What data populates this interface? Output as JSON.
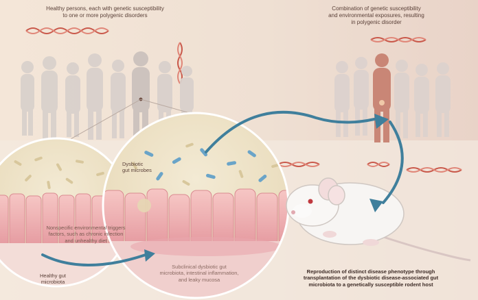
{
  "colors": {
    "bg_warm": "#f2e3d6",
    "bg_cool": "#ece4dc",
    "silhouette": "#d9d0cb",
    "highlight_person": "#c98676",
    "arrow": "#3f7f9c",
    "tissue": "#f2b5b5",
    "tissue_dark": "#e08a8f",
    "bacteria_blue": "#6aa4c8",
    "bacteria_tan": "#d8c79c",
    "dna_red": "#c9584a"
  },
  "icons": [
    "person-silhouette-icon",
    "dna-helix-icon",
    "mouse-illustration-icon",
    "bacteria-icon"
  ],
  "labels": {
    "healthy_persons": [
      "Healthy persons, each with genetic susceptibility",
      "to one or more polygenic disorders"
    ],
    "combination": [
      "Combination of genetic susceptibility",
      "and environmental exposures, resulting",
      "in polygenic disorder"
    ],
    "dysbiotic": [
      "Dysbiotic",
      "gut microbes"
    ],
    "triggers": [
      "Nonspecific environmental triggers",
      "factors, such as chronic infection",
      "and unhealthy diet"
    ],
    "healthy_gut": [
      "Healthy gut",
      "microbiota"
    ],
    "subclinical": [
      "Subclinical dysbiotic gut",
      "microbiota, intestinal inflammation,",
      "and leaky mucosa"
    ],
    "reproduction": [
      "Reproduction of distinct disease phenotype through",
      "transplantation of the dysbiotic disease-associated gut",
      "microbiota to a genetically susceptible rodent host"
    ]
  }
}
